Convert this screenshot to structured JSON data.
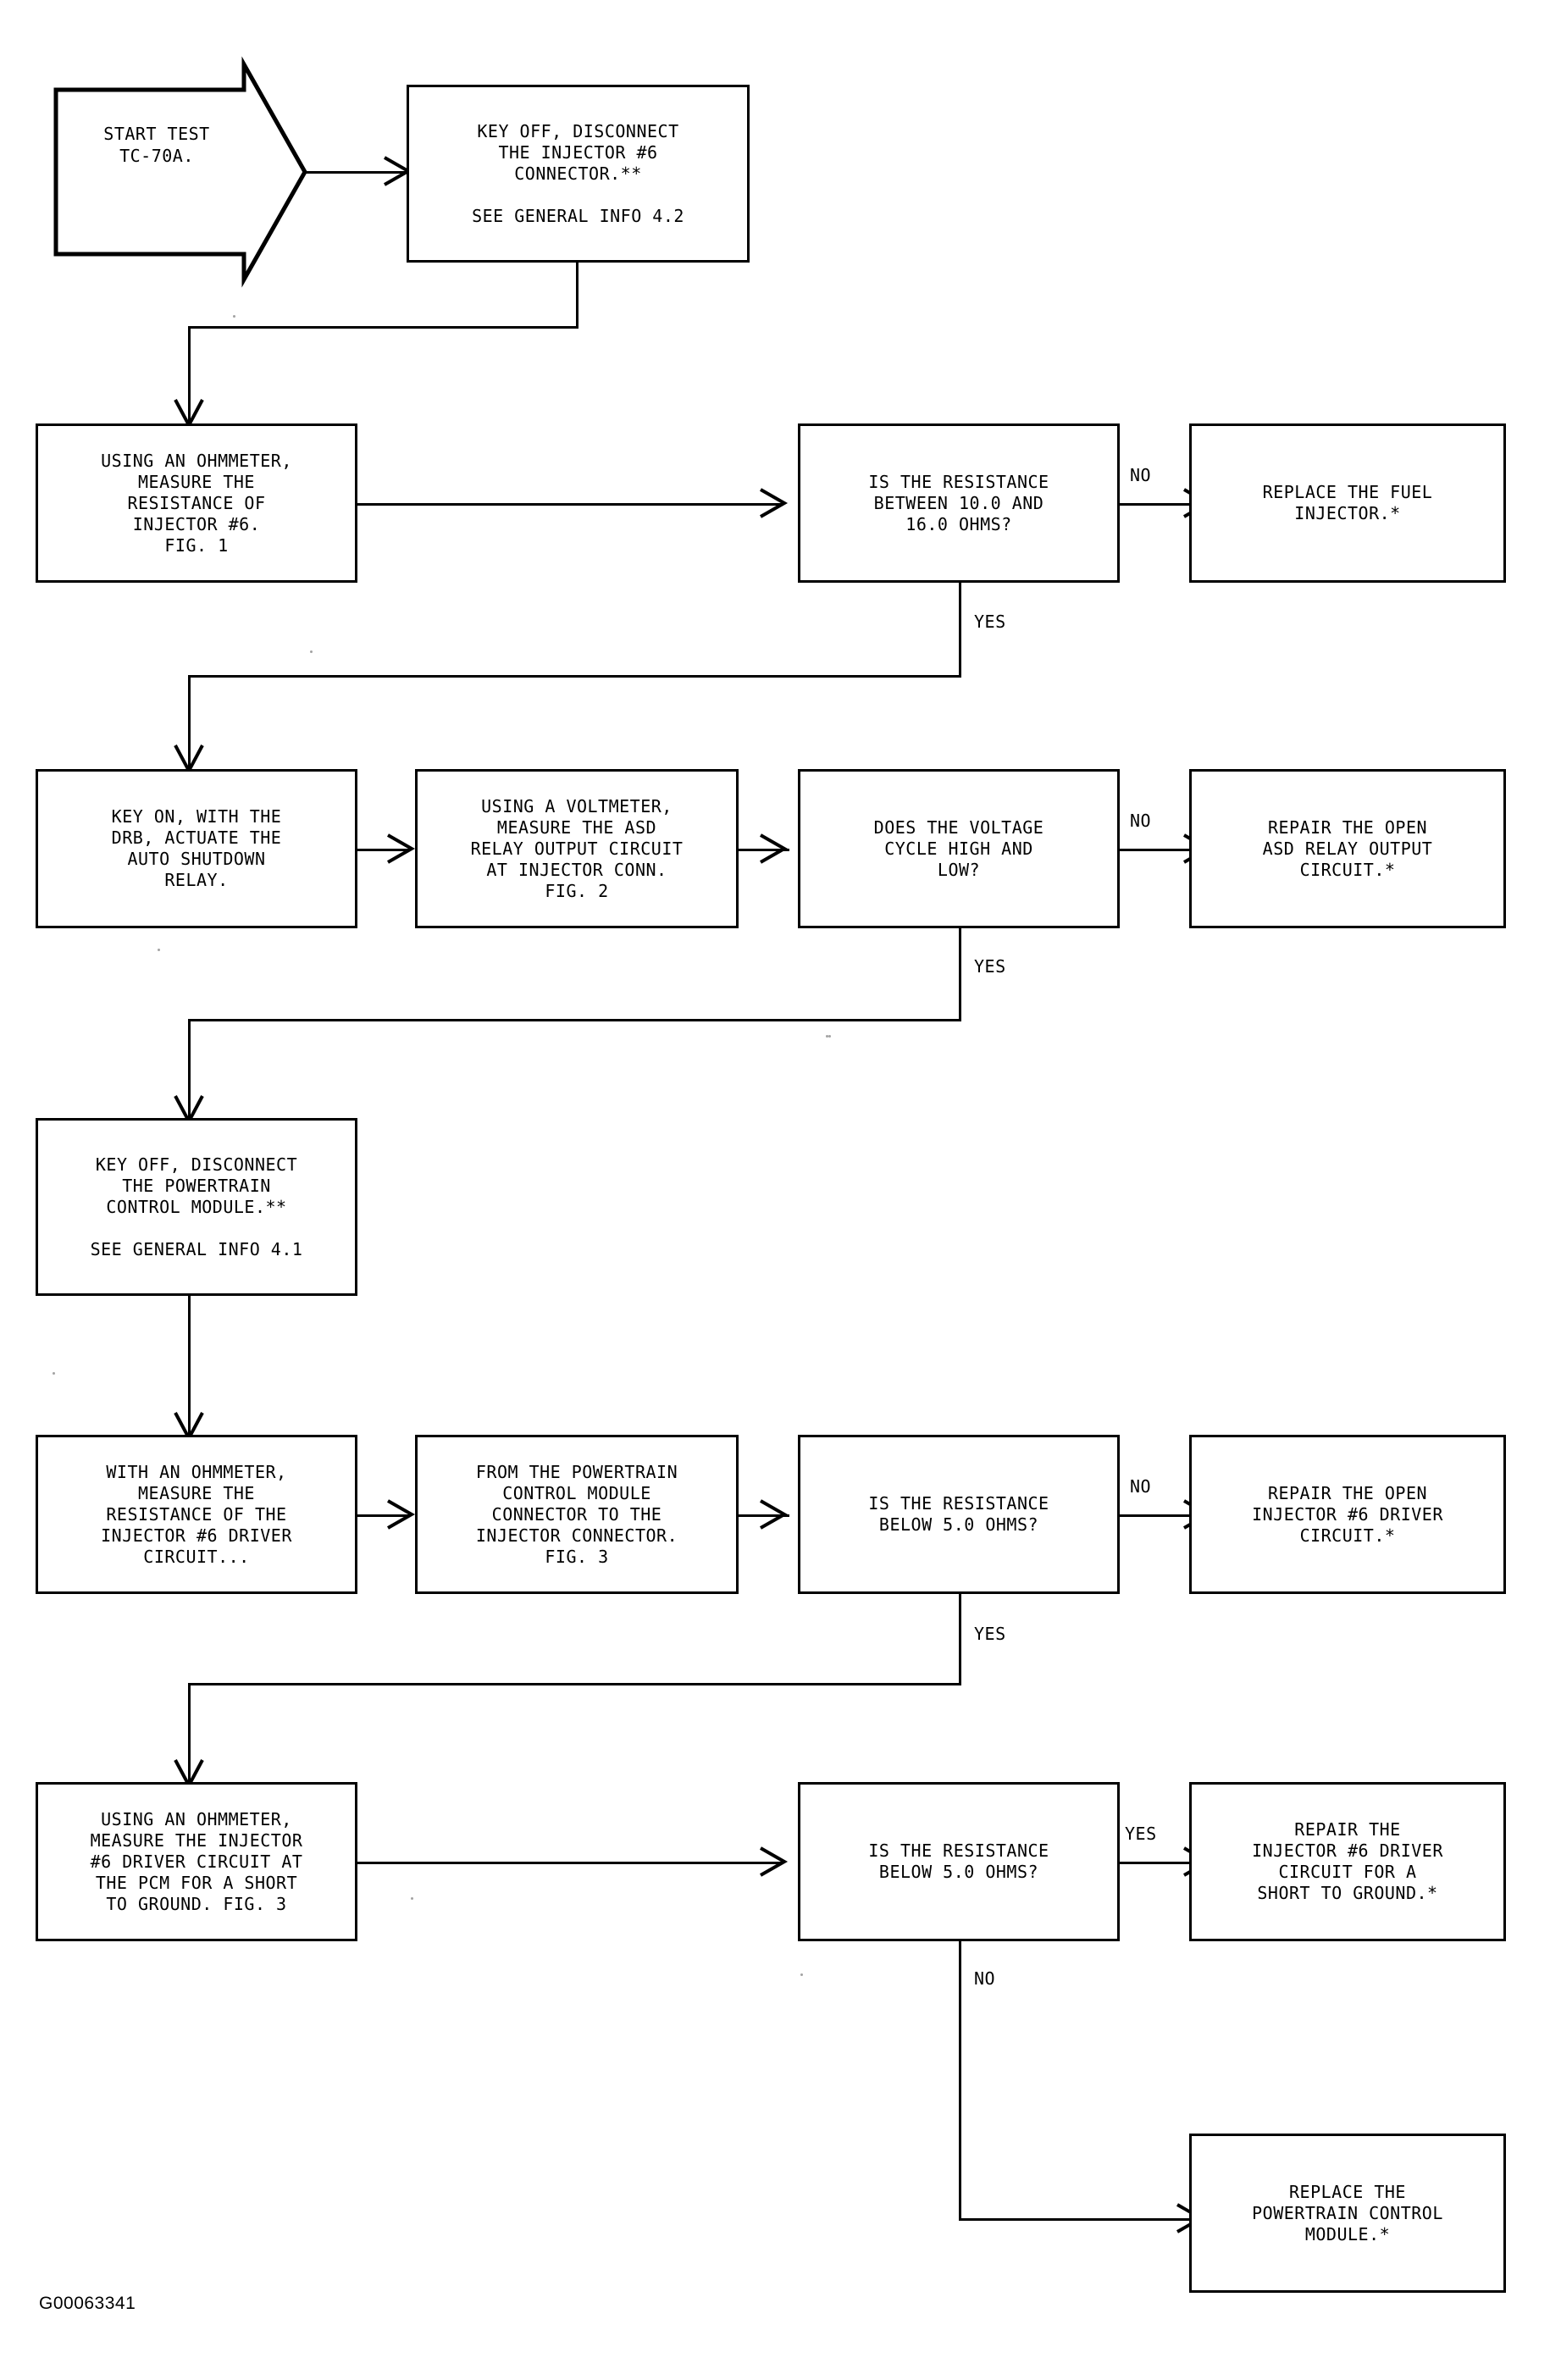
{
  "diagram": {
    "title": "START TEST TC-70A.",
    "figure_id": "G00063341",
    "type": "troubleshooting-flowchart"
  },
  "nodes": {
    "start": {
      "label": "START TEST\nTC-70A.",
      "shape": "arrow-pentagon"
    },
    "disconnect_injector": {
      "line1": "KEY OFF, DISCONNECT\nTHE INJECTOR #6\nCONNECTOR.**",
      "line2": "SEE GENERAL INFO 4.2",
      "shape": "rect"
    },
    "measure_injector_resistance": {
      "line1": "USING AN OHMMETER,\nMEASURE THE\nRESISTANCE OF\nINJECTOR #6.\nFIG. 1",
      "shape": "rect"
    },
    "decision_resistance_10_16": {
      "line1": "IS THE RESISTANCE\nBETWEEN 10.0 AND\n16.0 OHMS?",
      "shape": "rect"
    },
    "replace_fuel_injector": {
      "line1": "REPLACE THE FUEL\nINJECTOR.*",
      "shape": "rect"
    },
    "key_on_actuate_asd": {
      "line1": "KEY ON, WITH THE\nDRB, ACTUATE THE\nAUTO SHUTDOWN\nRELAY.",
      "shape": "rect"
    },
    "measure_asd_output": {
      "line1": "USING A VOLTMETER,\nMEASURE THE ASD\nRELAY OUTPUT CIRCUIT\nAT INJECTOR CONN.\nFIG. 2",
      "shape": "rect"
    },
    "decision_voltage_cycle": {
      "line1": "DOES THE VOLTAGE\nCYCLE HIGH AND\nLOW?",
      "shape": "rect"
    },
    "repair_asd_output": {
      "line1": "REPAIR THE OPEN\nASD RELAY OUTPUT\nCIRCUIT.*",
      "shape": "rect"
    },
    "disconnect_pcm": {
      "line1": "KEY OFF, DISCONNECT\nTHE POWERTRAIN\nCONTROL MODULE.**",
      "line2": "SEE GENERAL INFO 4.1",
      "shape": "rect"
    },
    "measure_driver_circuit": {
      "line1": "WITH AN OHMMETER,\nMEASURE THE\nRESISTANCE OF THE\nINJECTOR #6 DRIVER\nCIRCUIT...",
      "shape": "rect"
    },
    "from_pcm_to_injector": {
      "line1": "FROM THE POWERTRAIN\nCONTROL MODULE\nCONNECTOR TO THE\nINJECTOR CONNECTOR.\nFIG. 3",
      "shape": "rect"
    },
    "decision_below_5_ohms_a": {
      "line1": "IS THE RESISTANCE\nBELOW 5.0 OHMS?",
      "shape": "rect"
    },
    "repair_open_driver": {
      "line1": "REPAIR THE OPEN\nINJECTOR #6 DRIVER\nCIRCUIT.*",
      "shape": "rect"
    },
    "measure_short_to_ground": {
      "line1": "USING AN OHMMETER,\nMEASURE THE INJECTOR\n#6 DRIVER CIRCUIT AT\nTHE PCM FOR A SHORT\nTO GROUND.    FIG. 3",
      "shape": "rect"
    },
    "decision_below_5_ohms_b": {
      "line1": "IS THE RESISTANCE\nBELOW 5.0 OHMS?",
      "shape": "rect"
    },
    "repair_short_to_ground": {
      "line1": "REPAIR THE\nINJECTOR #6 DRIVER\nCIRCUIT FOR A\nSHORT TO GROUND.*",
      "shape": "rect"
    },
    "replace_pcm": {
      "line1": "REPLACE THE\nPOWERTRAIN CONTROL\nMODULE.*",
      "shape": "rect"
    }
  },
  "edge_labels": {
    "no_1": "NO",
    "yes_1": "YES",
    "no_2": "NO",
    "yes_2": "YES",
    "no_3": "NO",
    "yes_3": "YES",
    "yes_4": "YES",
    "no_4": "NO"
  },
  "colors": {
    "ink": "#000000",
    "paper": "#ffffff"
  }
}
